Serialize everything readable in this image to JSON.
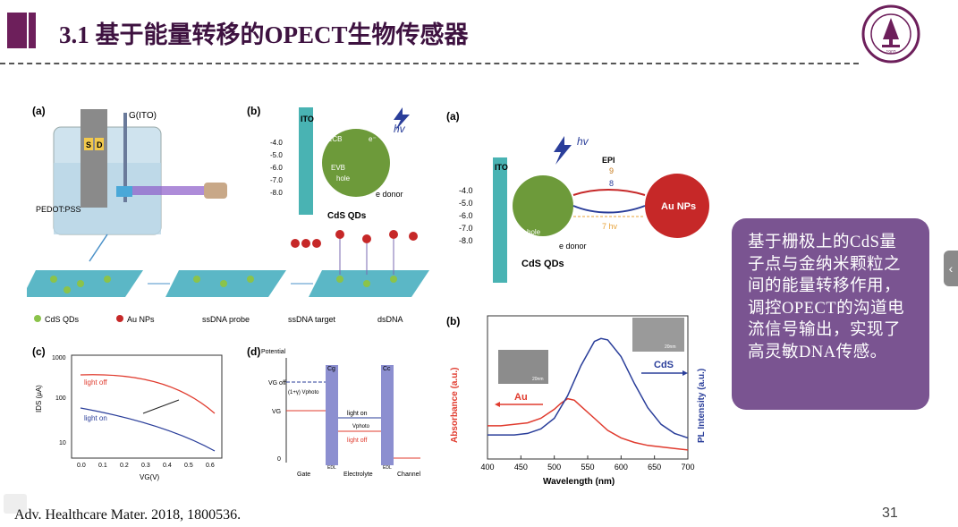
{
  "header": {
    "title": "3.1 基于能量转移的OPECT生物传感器"
  },
  "logo": {
    "name": "nanjing-university-seal",
    "year": "1902"
  },
  "left_figure": {
    "panel_a_label": "(a)",
    "panel_b_label": "(b)",
    "panel_c_label": "(c)",
    "panel_d_label": "(d)",
    "gito": "G(ITO)",
    "s": "S",
    "d": "D",
    "pedot": "PEDOT:PSS",
    "ito": "ITO",
    "hv": "hv",
    "ecb": "ECB",
    "evb": "EVB",
    "hole": "hole",
    "e_minus": "e⁻",
    "donor": "e donor",
    "cds_qds": "CdS QDs",
    "levels": [
      "-4.0",
      "-5.0",
      "-6.0",
      "-7.0",
      "-8.0"
    ],
    "legend": [
      "CdS QDs",
      "Au NPs",
      "ssDNA probe",
      "ssDNA target",
      "dsDNA"
    ],
    "chart_c": {
      "ylabel": "IDS (μA)",
      "xlabel": "VG(V)",
      "yticks": [
        "1000",
        "100",
        "10"
      ],
      "xticks": [
        "0.0",
        "0.1",
        "0.2",
        "0.3",
        "0.4",
        "0.5",
        "0.6"
      ],
      "light_off": "light off",
      "light_on": "light on"
    },
    "chart_d": {
      "potential": "Potential",
      "vg_off": "VG off",
      "vg": "VG",
      "vphoto_eq": "(1+γ) Vphoto",
      "light_on": "light on",
      "vphoto": "Vphoto",
      "light_off": "light off",
      "cg": "Cg",
      "cc": "Cc",
      "edl": "EDL",
      "zero": "0",
      "gate": "Gate",
      "electrolyte": "Electrolyte",
      "channel": "Channel"
    }
  },
  "right_figure": {
    "panel_a_label": "(a)",
    "panel_b_label": "(b)",
    "epi": "EPI",
    "num9": "9",
    "num8": "8",
    "num7": "7 hv",
    "au_nps": "Au NPs",
    "levels": [
      "-4.0",
      "-5.0",
      "-6.0",
      "-7.0",
      "-8.0"
    ],
    "cds_qds": "CdS QDs",
    "donor": "e donor",
    "hole": "hole",
    "ito": "ITO"
  },
  "chart_data": {
    "type": "line",
    "xlabel": "Wavelength (nm)",
    "ylabel_left": "Absorbance (a.u.)",
    "ylabel_right": "PL Intensity (a.u.)",
    "xlim": [
      400,
      700
    ],
    "xticks": [
      400,
      450,
      500,
      550,
      600,
      650,
      700
    ],
    "series": [
      {
        "name": "Au",
        "color": "#e03b2e",
        "x": [
          400,
          420,
          440,
          460,
          480,
          500,
          510,
          520,
          530,
          540,
          560,
          580,
          600,
          620,
          640,
          660,
          680,
          700
        ],
        "y": [
          0.22,
          0.22,
          0.23,
          0.24,
          0.27,
          0.33,
          0.37,
          0.4,
          0.39,
          0.35,
          0.27,
          0.19,
          0.14,
          0.11,
          0.09,
          0.08,
          0.07,
          0.06
        ]
      },
      {
        "name": "CdS",
        "color": "#2a3e9a",
        "x": [
          400,
          420,
          440,
          460,
          480,
          500,
          520,
          540,
          560,
          570,
          580,
          600,
          620,
          640,
          660,
          680,
          700
        ],
        "y": [
          0.16,
          0.16,
          0.16,
          0.17,
          0.2,
          0.27,
          0.42,
          0.62,
          0.78,
          0.8,
          0.79,
          0.68,
          0.5,
          0.34,
          0.23,
          0.17,
          0.14
        ]
      }
    ],
    "annotations": {
      "au": "Au",
      "cds": "CdS",
      "scale_bar": "20nm"
    }
  },
  "summary": {
    "text": "基于栅极上的CdS量子点与金纳米颗粒之间的能量转移作用，调控OPECT的沟道电流信号输出，实现了高灵敏DNA传感。"
  },
  "citation": "Adv. Healthcare Mater. 2018, 1800536.",
  "page_number": "31",
  "side_tab": "‹"
}
